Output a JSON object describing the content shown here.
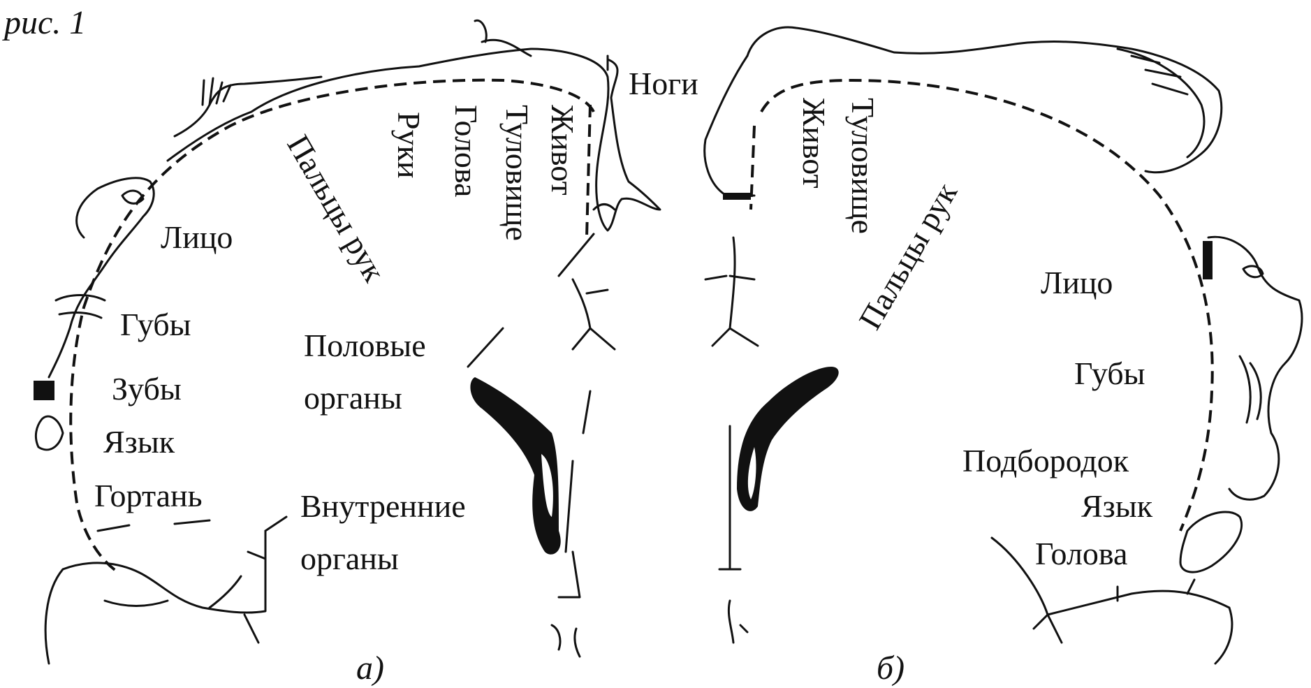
{
  "figure": {
    "caption": "рис. 1"
  },
  "panel_a": {
    "caption": "а)",
    "labels": {
      "face": "Лицо",
      "lips": "Губы",
      "teeth": "Зубы",
      "tongue": "Язык",
      "larynx": "Гортань",
      "fingers": "Пальцы рук",
      "hands": "Руки",
      "head": "Голова",
      "trunk": "Туловище",
      "abdomen": "Живот",
      "legs": "Ноги",
      "genitals_1": "Половые",
      "genitals_2": "органы",
      "internal_1": "Внутренние",
      "internal_2": "органы"
    }
  },
  "panel_b": {
    "caption": "б)",
    "labels": {
      "trunk": "Туловище",
      "abdomen": "Живот",
      "fingers": "Пальцы рук",
      "face": "Лицо",
      "lips": "Губы",
      "chin": "Подбородок",
      "tongue": "Язык",
      "head": "Голова"
    }
  }
}
